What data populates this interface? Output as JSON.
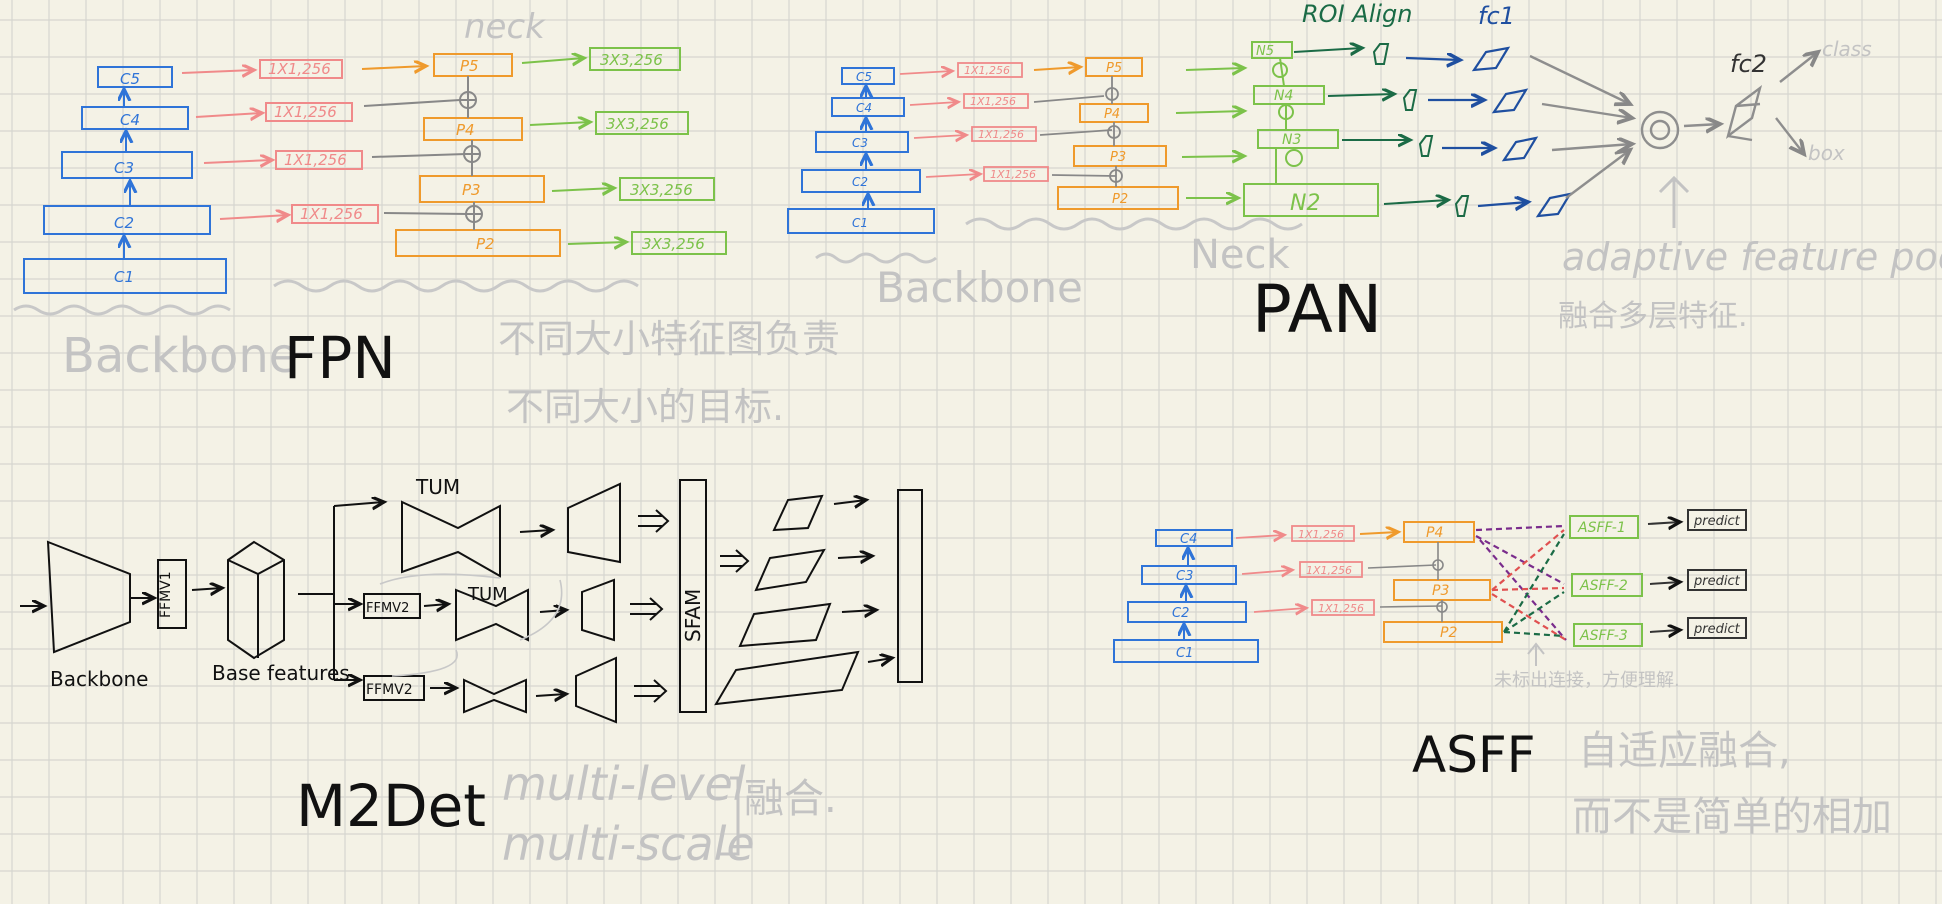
{
  "colors": {
    "background": "#f4f2e6",
    "grid": "#d6d6d0",
    "backbone": "#2f74d8",
    "lateral": "#f08a8a",
    "fpn_level": "#ef9a2c",
    "output": "#7cc24a",
    "roi": "#1b6b46",
    "fc": "#1f4fa0",
    "ink": "#111111",
    "note": "#c3c3c3",
    "purple": "#7a2c8c",
    "red": "#e05050"
  },
  "fpn": {
    "title": "FPN",
    "neck_label": "neck",
    "backbone_label": "Backbone",
    "backbone_levels": [
      "C5",
      "C4",
      "C3",
      "C2",
      "C1"
    ],
    "lateral_label": "1X1,256",
    "pyramid_levels": [
      "P5",
      "P4",
      "P3",
      "P2"
    ],
    "output_label": "3X3,256",
    "note_line1": "不同大小特征图负责",
    "note_line2": "不同大小的目标."
  },
  "pan": {
    "title": "PAN",
    "neck_label": "Neck",
    "backbone_label": "Backbone",
    "backbone_levels": [
      "C5",
      "C4",
      "C3",
      "C2",
      "C1"
    ],
    "lateral_label": "1X1,256",
    "pyramid_levels": [
      "P5",
      "P4",
      "P3",
      "P2"
    ],
    "bottom_up_levels": [
      "N5",
      "N4",
      "N3",
      "N2"
    ],
    "roi_label": "ROI Align",
    "fc1_label": "fc1",
    "fc2_label": "fc2",
    "class_label": "class",
    "box_label": "box",
    "pool_note": "adaptive feature pooling",
    "pool_note_cn": "融合多层特征."
  },
  "m2det": {
    "title": "M2Det",
    "backbone_label": "Backbone",
    "ffmv1_label": "FFMV1",
    "base_label": "Base features",
    "ffmv2_label": "FFMV2",
    "tum_label": "TUM",
    "sfam_label": "SFAM",
    "note_line1": "multi-level",
    "note_line2": "multi-scale",
    "note_cn": "融合."
  },
  "asff": {
    "title": "ASFF",
    "backbone_levels": [
      "C4",
      "C3",
      "C2",
      "C1"
    ],
    "lateral_label": "1X1,256",
    "pyramid_levels": [
      "P4",
      "P3",
      "P2"
    ],
    "asff_labels": [
      "ASFF-1",
      "ASFF-2",
      "ASFF-3"
    ],
    "predict_label": "predict",
    "arrow_note": "未标出连接，方便理解.",
    "note_line1": "自适应融合,",
    "note_line2": "而不是简单的相加"
  }
}
